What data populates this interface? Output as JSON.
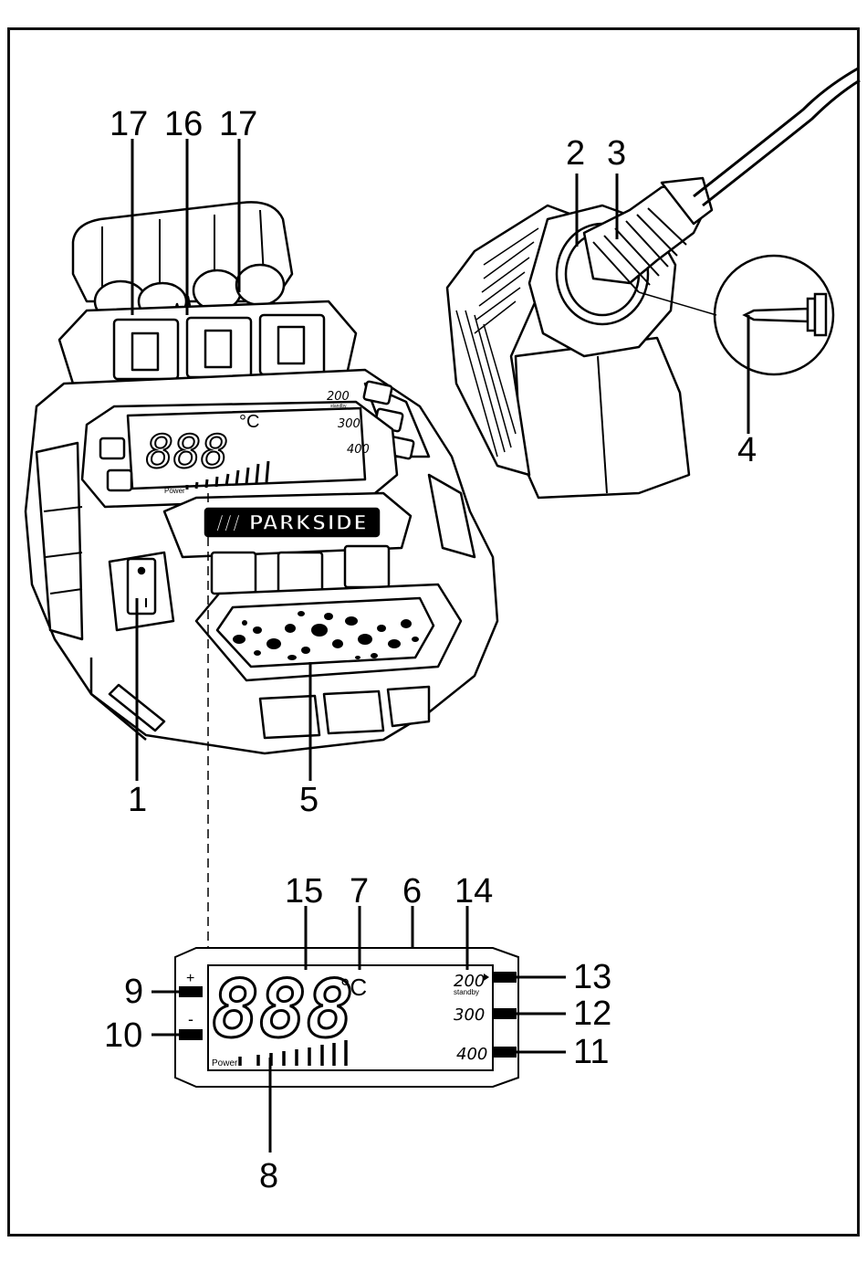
{
  "callouts": {
    "c1": "1",
    "c2": "2",
    "c3": "3",
    "c4": "4",
    "c5": "5",
    "c6": "6",
    "c7": "7",
    "c8": "8",
    "c9": "9",
    "c10": "10",
    "c11": "11",
    "c12": "12",
    "c13": "13",
    "c14": "14",
    "c15": "15",
    "c16": "16",
    "c17a": "17",
    "c17b": "17"
  },
  "station_lcd": {
    "digits": "888",
    "unit": "°C",
    "preset_200": "200",
    "standby": "standby",
    "preset_300": "300",
    "preset_400": "400",
    "power": "Power"
  },
  "brand": "/// PARKSIDE",
  "detail_lcd": {
    "digits": "888",
    "unit": "°C",
    "preset_200": "200",
    "standby": "standby",
    "preset_300": "300",
    "preset_400": "400",
    "power": "Power",
    "plus": "+",
    "minus": "-"
  }
}
